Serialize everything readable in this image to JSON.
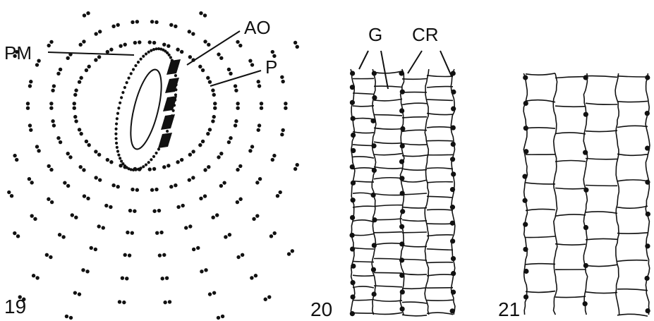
{
  "panels": [
    {
      "number": "19",
      "labels": {
        "pm": "PM",
        "ao": "AO",
        "p": "P"
      }
    },
    {
      "number": "20",
      "labels": {
        "g": "G",
        "cr": "CR"
      }
    },
    {
      "number": "21"
    }
  ]
}
